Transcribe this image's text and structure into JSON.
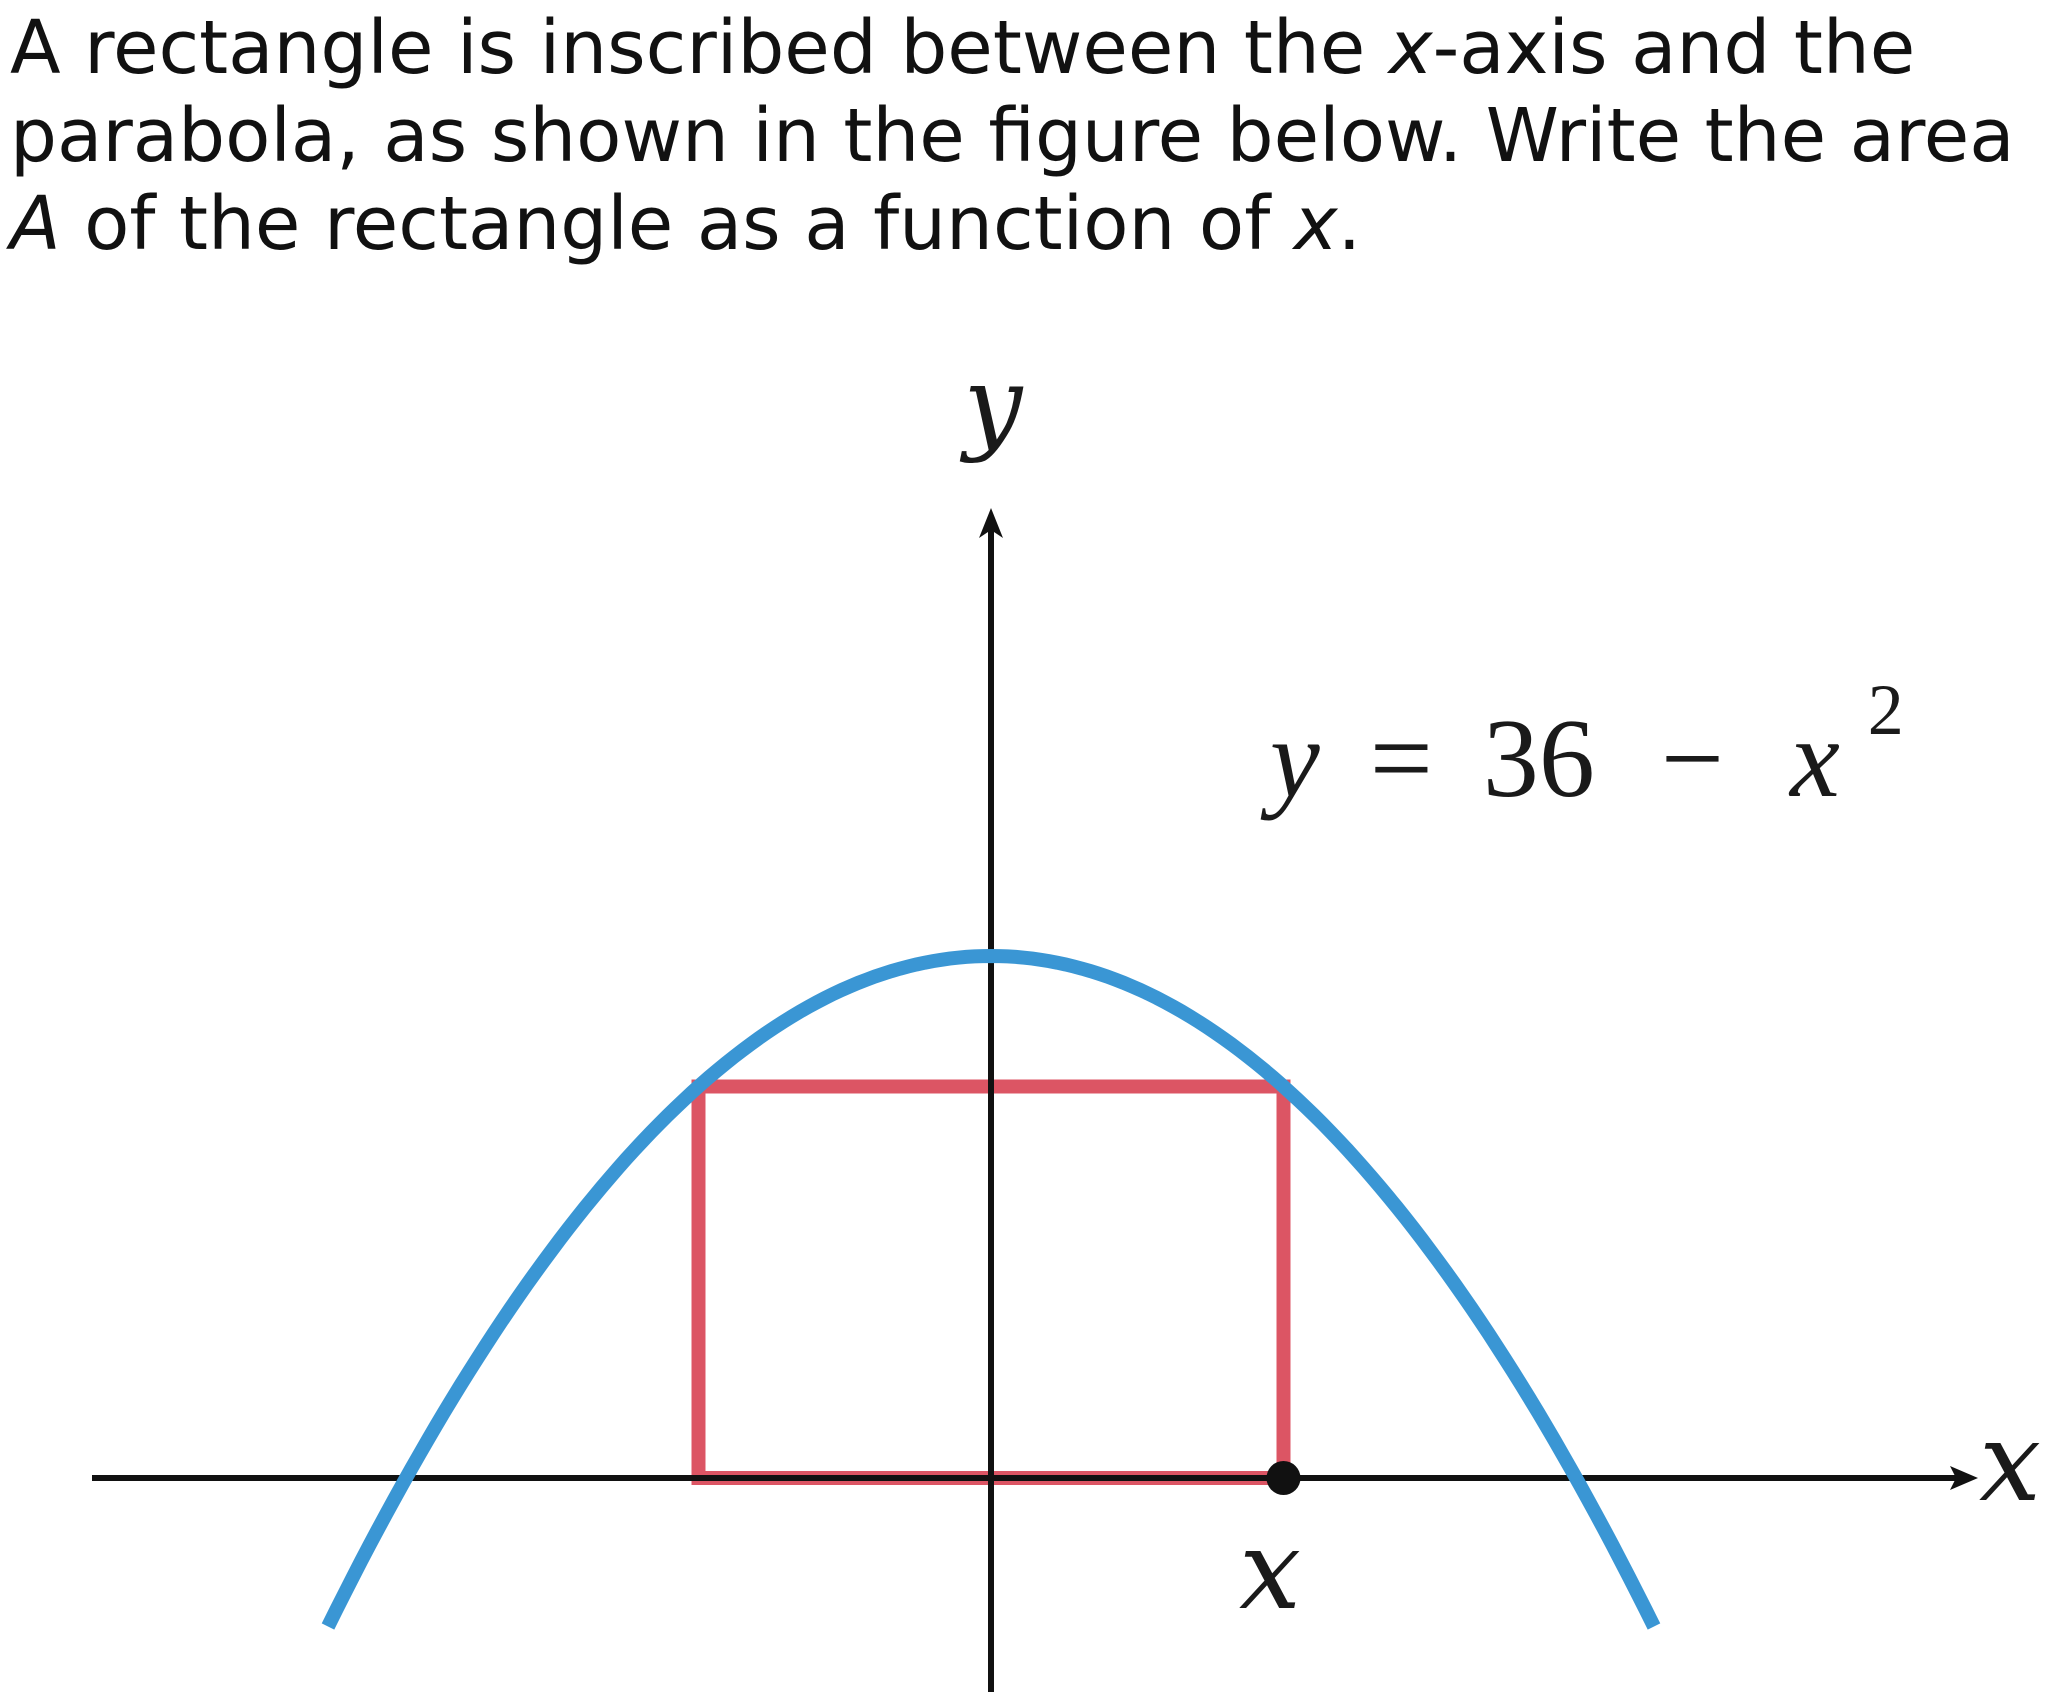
{
  "problem": {
    "part1": "A rectangle is inscribed between the ",
    "var_x1": "x",
    "part2": "-axis and the parabola, as shown in the figure below. Write the area ",
    "var_A": "A",
    "part3": " of the rectangle as a function of ",
    "var_x2": "x",
    "part4": "."
  },
  "figure": {
    "y_axis_label": "y",
    "x_axis_label": "x",
    "point_label": "x",
    "equation": {
      "lhs": "y",
      "eq": "=",
      "constant": "36",
      "minus": "−",
      "var": "x",
      "exponent": "2"
    },
    "colors": {
      "parabola": "#3a96d4",
      "rectangle": "#dc5564",
      "axes": "#111111",
      "point": "#111111"
    },
    "parabola": {
      "a": -1,
      "c": 36,
      "x_range": [
        -6.8,
        6.8
      ]
    },
    "rectangle": {
      "x": 3,
      "height": 27
    }
  }
}
